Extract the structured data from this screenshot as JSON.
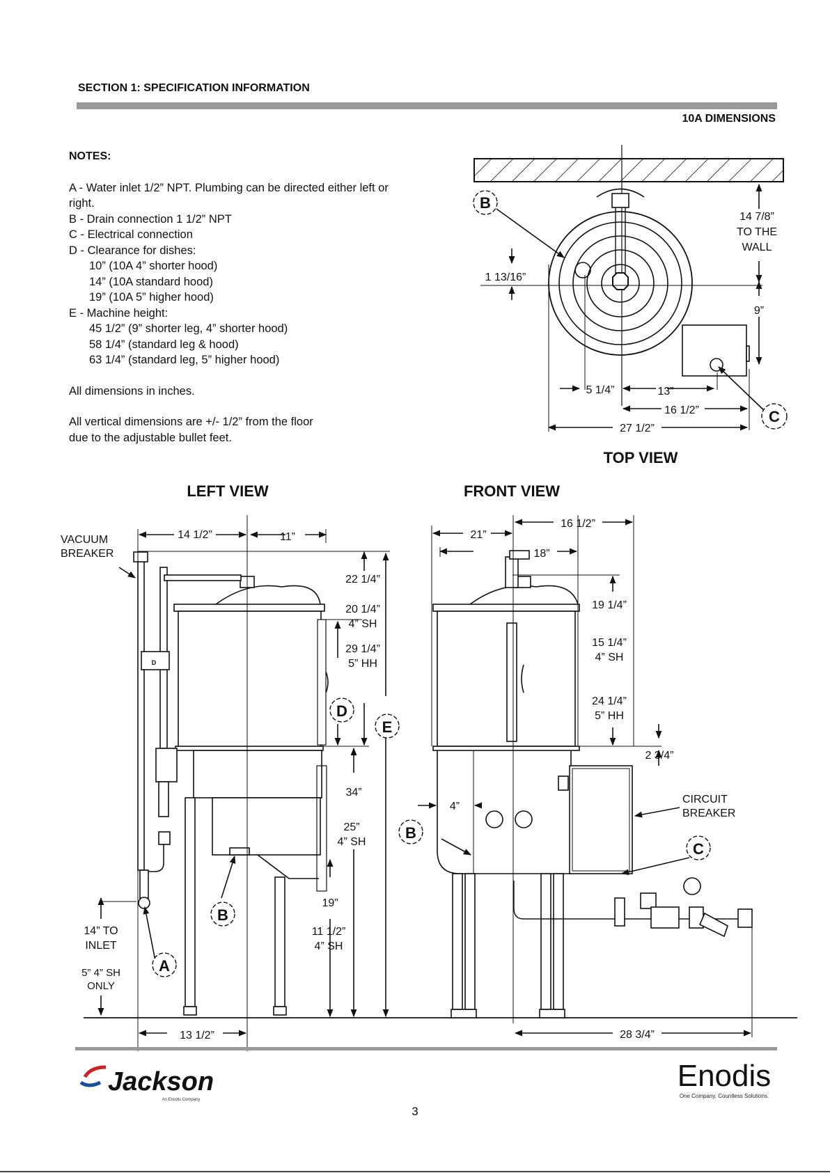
{
  "header": {
    "section_title": "SECTION 1: SPECIFICATION INFORMATION",
    "page_subtitle": "10A DIMENSIONS"
  },
  "notes": {
    "heading": "NOTES:",
    "line_a1": "A - Water inlet 1/2” NPT. Plumbing can be directed either left or",
    "line_a2": "right.",
    "line_b": "B - Drain connection 1 1/2” NPT",
    "line_c": "C - Electrical connection",
    "line_d": "D - Clearance for dishes:",
    "line_d1": "10” (10A 4” shorter hood)",
    "line_d2": "14” (10A standard hood)",
    "line_d3": "19” (10A 5” higher hood)",
    "line_e": "E - Machine height:",
    "line_e1": "45 1/2” (9” shorter leg, 4” shorter hood)",
    "line_e2": "58 1/4” (standard leg & hood)",
    "line_e3": "63 1/4” (standard leg, 5” higher hood)",
    "all_dims": "All dimensions in inches.",
    "vertical_1": "All vertical dimensions are +/- 1/2” from the floor",
    "vertical_2": "due to the adjustable bullet feet."
  },
  "top_view": {
    "title": "TOP VIEW",
    "label_b": "B",
    "label_c": "C",
    "dim_wall_1": "14 7/8”",
    "dim_wall_2": "TO THE",
    "dim_wall_3": "WALL",
    "dim_1_13_16": "1 13/16”",
    "dim_9": "9”",
    "dim_5_1_4": "5 1/4”",
    "dim_13": "13”",
    "dim_16_1_2": "16 1/2”",
    "dim_27_1_2": "27 1/2”"
  },
  "left_view": {
    "title": "LEFT VIEW",
    "vacuum_1": "VACUUM",
    "vacuum_2": "BREAKER",
    "dim_14_1_2": "14 1/2”",
    "dim_11": "11”",
    "dim_22_1_4": "22 1/4”",
    "dim_20_1_4": "20 1/4”",
    "dim_4sh_a": "4” SH",
    "dim_29_1_4": "29 1/4”",
    "dim_5hh_a": "5” HH",
    "label_d": "D",
    "label_e": "E",
    "dim_34": "34”",
    "dim_25": "25”",
    "dim_4sh_b": "4” SH",
    "dim_19": "19”",
    "dim_11_1_2": "11 1/2”",
    "dim_4sh_c": "4” SH",
    "label_b": "B",
    "label_a": "A",
    "inlet_1": "14” TO",
    "inlet_2": "INLET",
    "sh_only_1": "5” 4” SH",
    "sh_only_2": "ONLY",
    "dim_13_1_2": "13 1/2”",
    "panel_mark": "D"
  },
  "front_view": {
    "title": "FRONT VIEW",
    "dim_16_1_2": "16 1/2”",
    "dim_21": "21”",
    "dim_18": "18”",
    "dim_19_1_4": "19 1/4”",
    "dim_15_1_4": "15 1/4”",
    "dim_4sh": "4” SH",
    "dim_24_1_4": "24 1/4”",
    "dim_5hh": "5” HH",
    "dim_2_3_4": "2 3/4”",
    "circuit_1": "CIRCUIT",
    "circuit_2": "BREAKER",
    "dim_4": "4”",
    "label_b": "B",
    "label_c": "C",
    "dim_28_3_4": "28 3/4”"
  },
  "footer": {
    "jackson_logo": "Jackson",
    "jackson_tagline": "An Enodis Company",
    "enodis_logo": "Enodis",
    "enodis_tagline": "One Company. Countless Solutions.",
    "page_number": "3"
  }
}
